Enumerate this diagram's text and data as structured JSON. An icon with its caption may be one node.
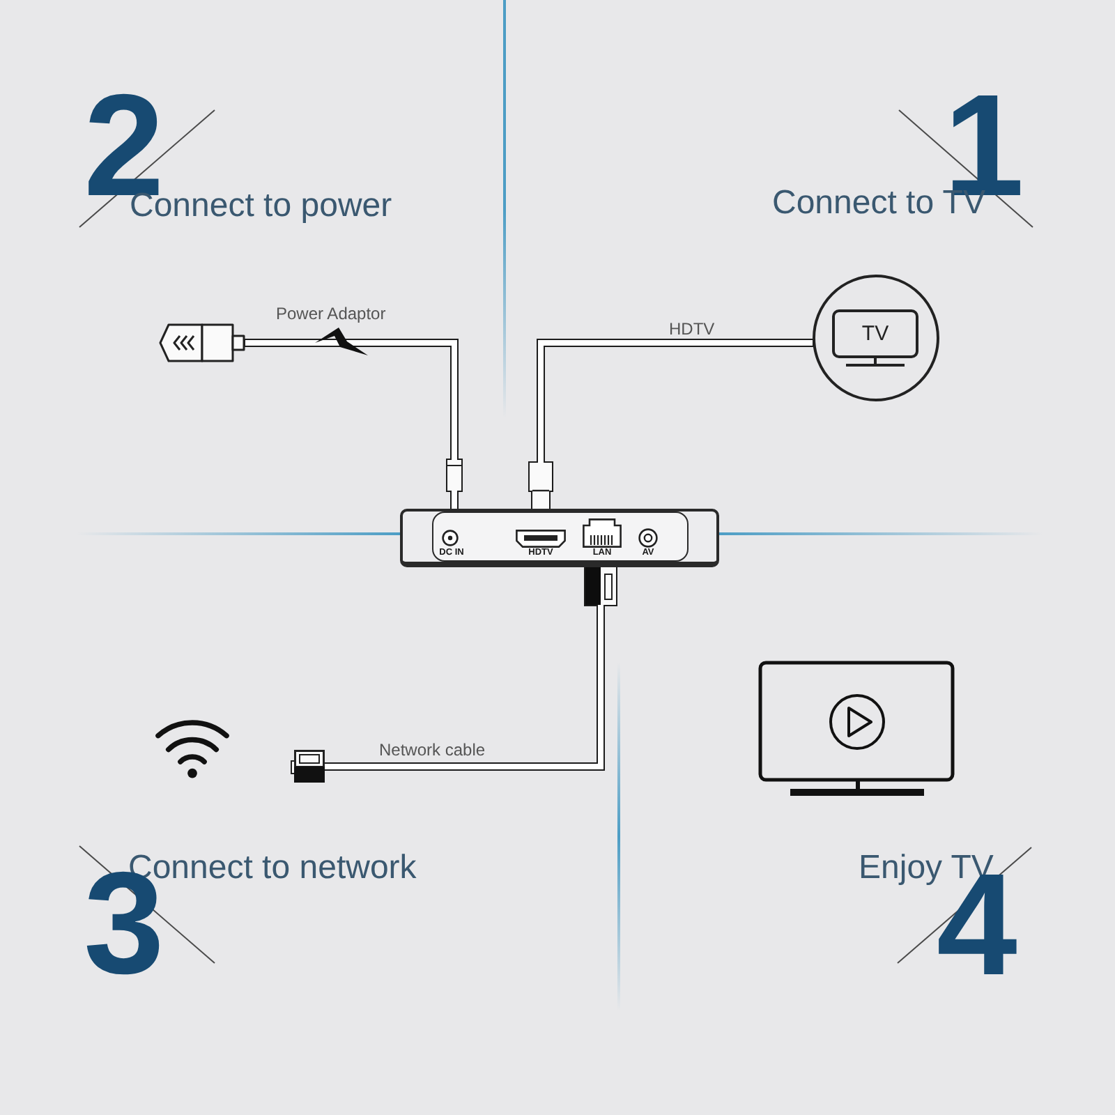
{
  "diagram": {
    "nodes": [
      {
        "text": [],
        "shape": "picture"
      },
      {
        "text": [
          "TV"
        ]
      },
      {
        "text": [
          "DC IN",
          "HDTV",
          "LAN",
          "AV"
        ]
      },
      {
        "text": [],
        "shape": "picture"
      }
    ],
    "edges": [
      {
        "from": 0,
        "to": 2,
        "arrow": "other",
        "label": "Power Adaptor"
      },
      {
        "from": 2,
        "to": 1,
        "arrow": "other",
        "label": "HDTV"
      },
      {
        "from": 2,
        "to": 3,
        "arrow": "other",
        "label": "Network cable"
      }
    ],
    "labels": [
      "2",
      "Connect to power",
      "1",
      "Connect to TV",
      "Connect to network",
      "3",
      "Enjoy TV",
      "4"
    ]
  }
}
